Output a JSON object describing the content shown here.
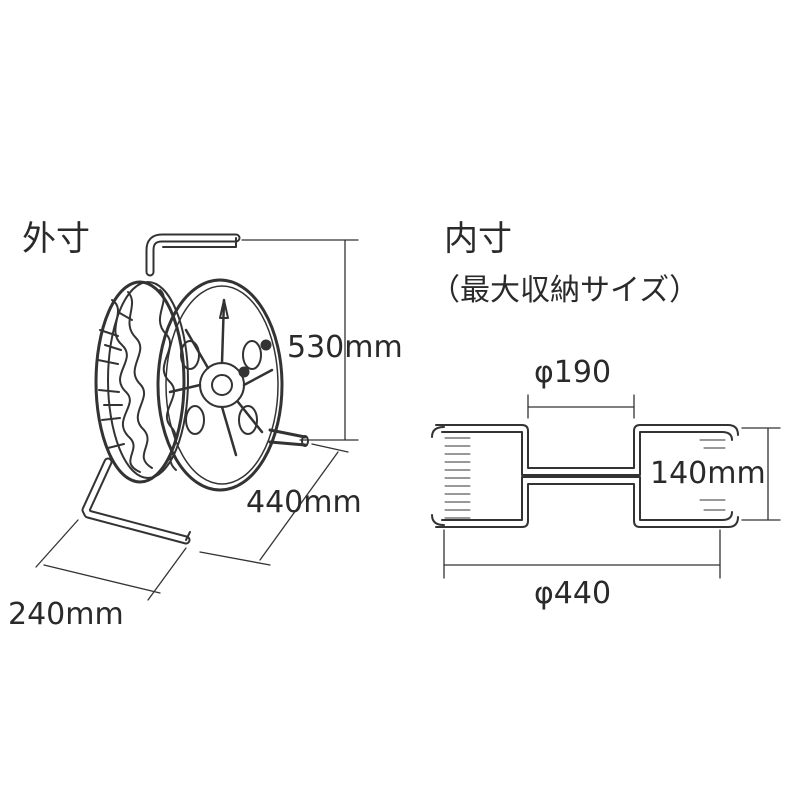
{
  "outer": {
    "title": "外寸",
    "height": "530mm",
    "depth": "440mm",
    "width": "240mm"
  },
  "inner": {
    "title": "内寸",
    "subtitle": "（最大収納サイズ）",
    "core_diameter": "φ190",
    "height": "140mm",
    "outer_diameter": "φ440"
  }
}
